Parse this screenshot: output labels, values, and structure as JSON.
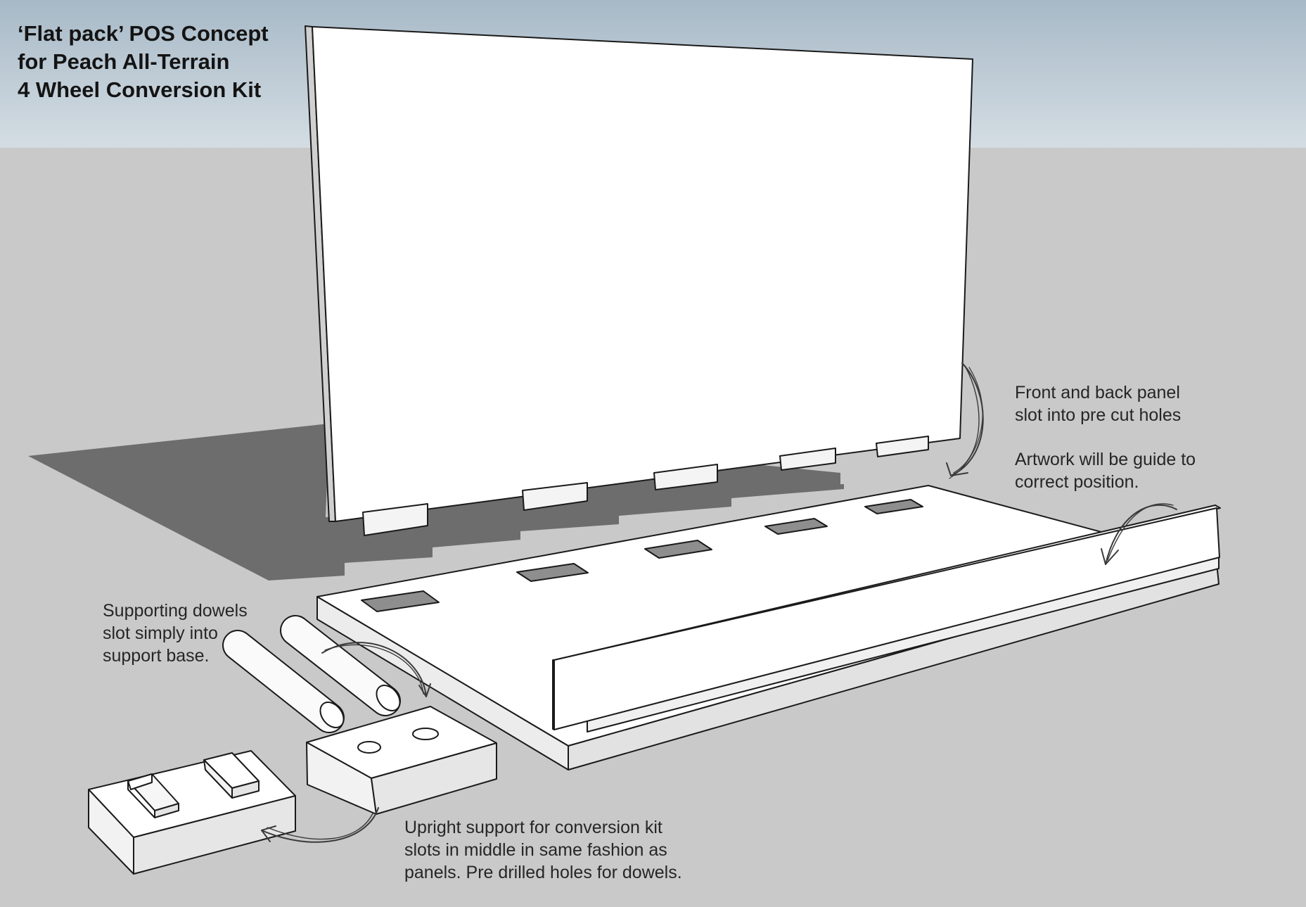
{
  "title": {
    "line1": "‘Flat pack’ POS Concept",
    "line2": "for Peach All-Terrain",
    "line3": "4 Wheel Conversion Kit"
  },
  "annotations": {
    "panels": {
      "line1": "Front and back panel",
      "line2": "slot into pre cut holes"
    },
    "artwork": {
      "line1": "Artwork will be guide to",
      "line2": "correct position."
    },
    "dowels": {
      "line1": "Supporting dowels",
      "line2": "slot simply into",
      "line3": "support base."
    },
    "upright": {
      "line1": "Upright support for conversion kit",
      "line2": "slots in middle in same fashion as",
      "line3": "panels. Pre drilled holes for dowels."
    }
  },
  "colors": {
    "sky": "#aebdc9",
    "ground": "#c9c9c9",
    "shadow": "#6e6e6e",
    "surface": "#ffffff",
    "edge": "#1a1a1a"
  }
}
